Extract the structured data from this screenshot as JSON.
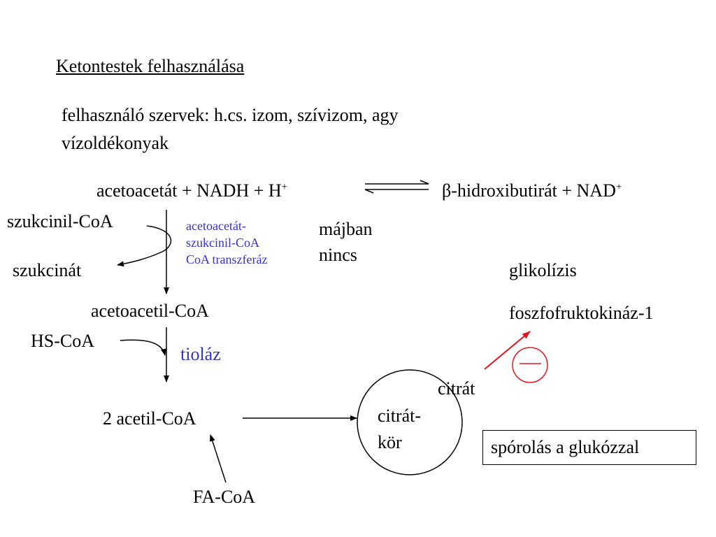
{
  "title": "Ketontestek felhasználása",
  "organs_line": "felhasználó szervek: h.cs. izom, szívizom, agy",
  "soluble_line": "vízoldékonyak",
  "reaction": {
    "left": "acetoacetát + NADH + H",
    "left_sup": "+",
    "right": "β-hidroxibutirát + NAD",
    "right_sup": "+"
  },
  "pathway": {
    "succinyl_coa": "szukcinil-CoA",
    "succinate": "szukcinát",
    "enzyme_lines": [
      "acetoacetát-",
      "szukcinil-CoA",
      "CoA transzferáz"
    ],
    "liver_note_lines": [
      "májban",
      "nincs"
    ],
    "acetoacetyl_coa": "acetoacetil-CoA",
    "hs_coa": "HS-CoA",
    "thiolase": "tioláz",
    "acetyl_coa": "2 acetil-CoA",
    "fa_coa": "FA-CoA",
    "citrate": "citrát",
    "citrate_cycle_lines": [
      "citrát-",
      "kör"
    ],
    "glycolysis": "glikolízis",
    "pfk1": "foszfofruktokináz-1",
    "inhibition_symbol": "—",
    "glucose_sparing": "spórolás a glukózzal"
  },
  "colors": {
    "enzyme_text": "#3333cc",
    "inhibition": "#e8141b"
  }
}
